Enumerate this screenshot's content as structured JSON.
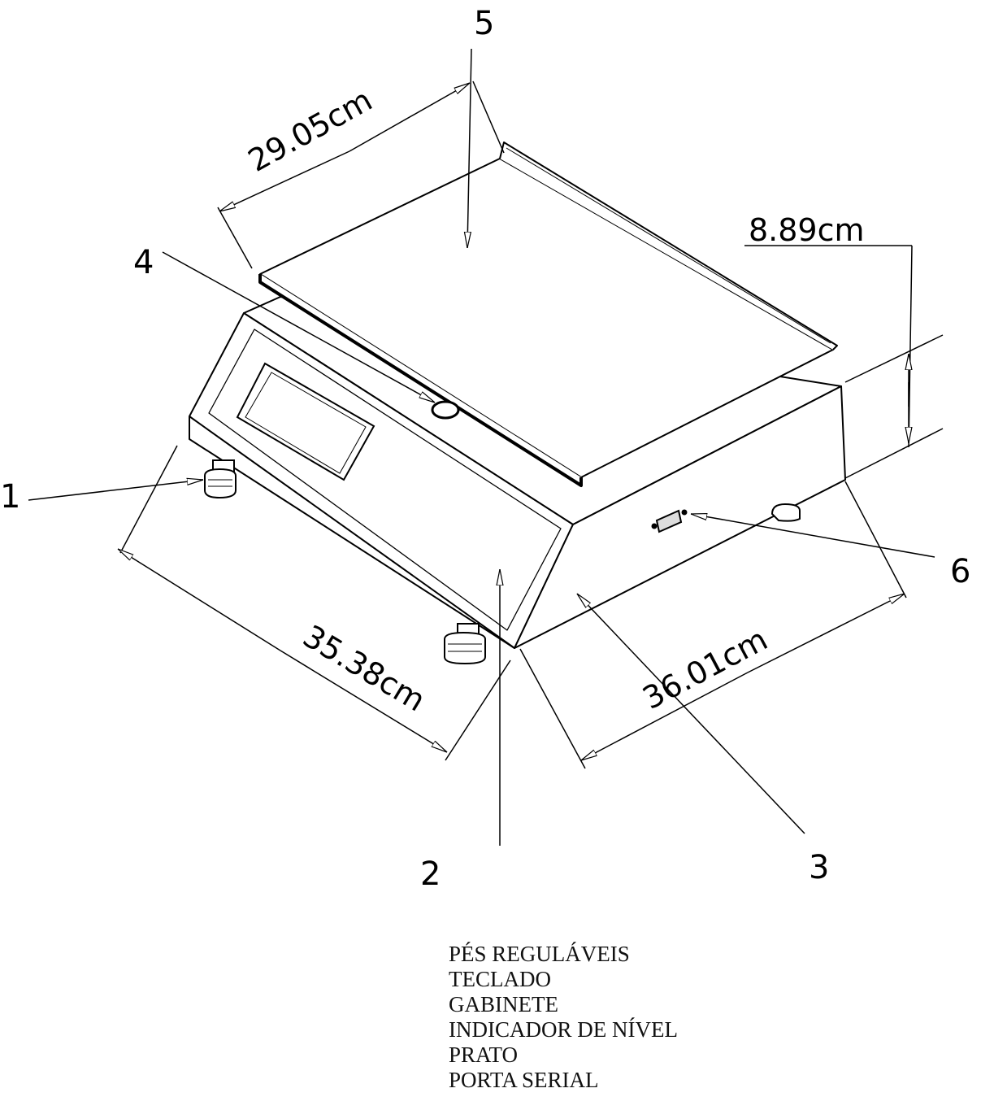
{
  "callouts": {
    "feet": "1",
    "keypad": "2",
    "cabinet": "3",
    "level_indicator": "4",
    "plate": "5",
    "serial_port": "6"
  },
  "dimensions": {
    "plate_width": "29.05cm",
    "height": "8.89cm",
    "base_width": "35.38cm",
    "depth": "36.01cm"
  },
  "legend": {
    "items": [
      "PÉS REGULÁVEIS",
      "TECLADO",
      "GABINETE",
      "INDICADOR DE NÍVEL",
      "PRATO",
      "PORTA SERIAL"
    ]
  }
}
